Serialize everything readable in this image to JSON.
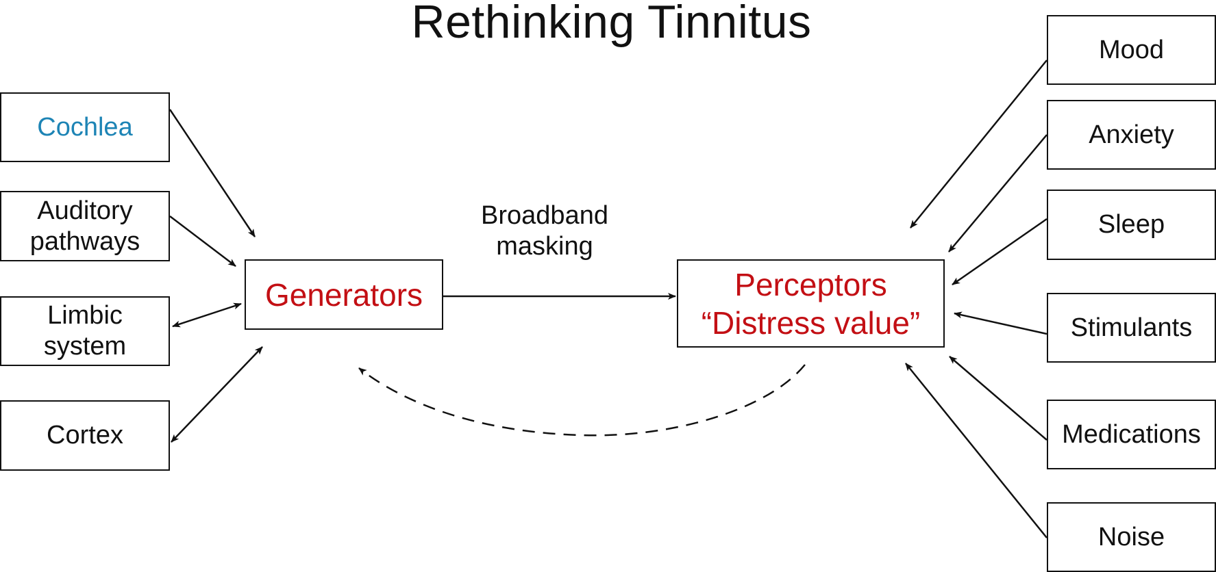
{
  "title": "Rethinking Tinnitus",
  "colors": {
    "text": "#111111",
    "red": "#c30f14",
    "blue": "#1d84b5",
    "line": "#111111"
  },
  "left_nodes": [
    {
      "label": "Cochlea",
      "color": "blue",
      "arrow": "one-way"
    },
    {
      "label": "Auditory\npathways",
      "color": "default",
      "arrow": "one-way"
    },
    {
      "label": "Limbic\nsystem",
      "color": "default",
      "arrow": "two-way"
    },
    {
      "label": "Cortex",
      "color": "default",
      "arrow": "two-way"
    }
  ],
  "center": {
    "generators": {
      "label": "Generators",
      "color": "red"
    },
    "perceptors": {
      "line1": "Perceptors",
      "line2": "“Distress value”",
      "color": "red"
    },
    "edge_label": "Broadband\nmasking",
    "feedback_line": "dashed"
  },
  "right_nodes": [
    {
      "label": "Mood"
    },
    {
      "label": "Anxiety"
    },
    {
      "label": "Sleep"
    },
    {
      "label": "Stimulants"
    },
    {
      "label": "Medications"
    },
    {
      "label": "Noise"
    }
  ]
}
